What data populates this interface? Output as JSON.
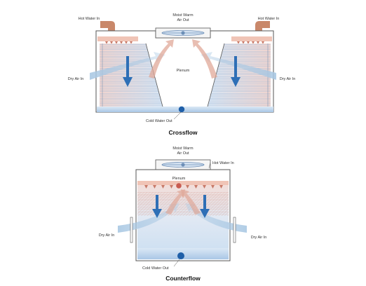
{
  "crossflow": {
    "title": "Crossflow",
    "hot_water_in_left": "Hot Water In",
    "hot_water_in_right": "Hot Water In",
    "moist_warm_line1": "Moist Warm",
    "moist_warm_line2": "Air Out",
    "plenum": "Plenum",
    "dry_air_in_left": "Dry Air In",
    "dry_air_in_right": "Dry Air In",
    "cold_water_out": "Cold Water Out"
  },
  "counterflow": {
    "title": "Counterflow",
    "moist_warm_line1": "Moist Warm",
    "moist_warm_line2": "Air Out",
    "hot_water_in": "Hot Water In",
    "plenum": "Plenum",
    "dry_air_in_left": "Dry Air In",
    "dry_air_in_right": "Dry Air In",
    "cold_water_out": "Cold Water Out"
  },
  "colors": {
    "hot_pipe": "#c9886a",
    "cold_water": "#1f5fa8",
    "air_in": "#a9c8e3",
    "air_out": "#e0a898",
    "water_arrow": "#2e6fb6",
    "outline": "#555555"
  }
}
